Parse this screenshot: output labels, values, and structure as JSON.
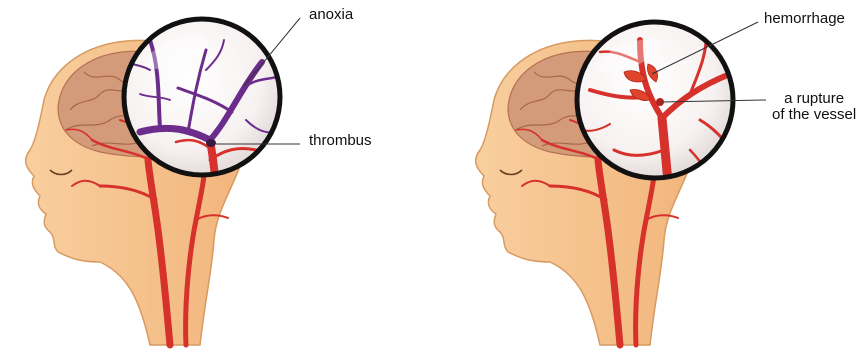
{
  "panels": [
    {
      "id": "ischemic",
      "labels": {
        "anoxia": "anoxia",
        "thrombus": "thrombus"
      }
    },
    {
      "id": "hemorrhagic",
      "labels": {
        "hemorrhage": "hemorrhage",
        "rupture_line1": "a rupture",
        "rupture_line2": "of the vessel"
      }
    }
  ],
  "colors": {
    "skin": "#f6c48f",
    "skin_shade": "#e9a76a",
    "brain": "#c98c6a",
    "artery": "#d7312b",
    "artery_dark": "#b3231e",
    "thrombus_vessel": "#6b2c8c",
    "lens_rim": "#111111"
  }
}
